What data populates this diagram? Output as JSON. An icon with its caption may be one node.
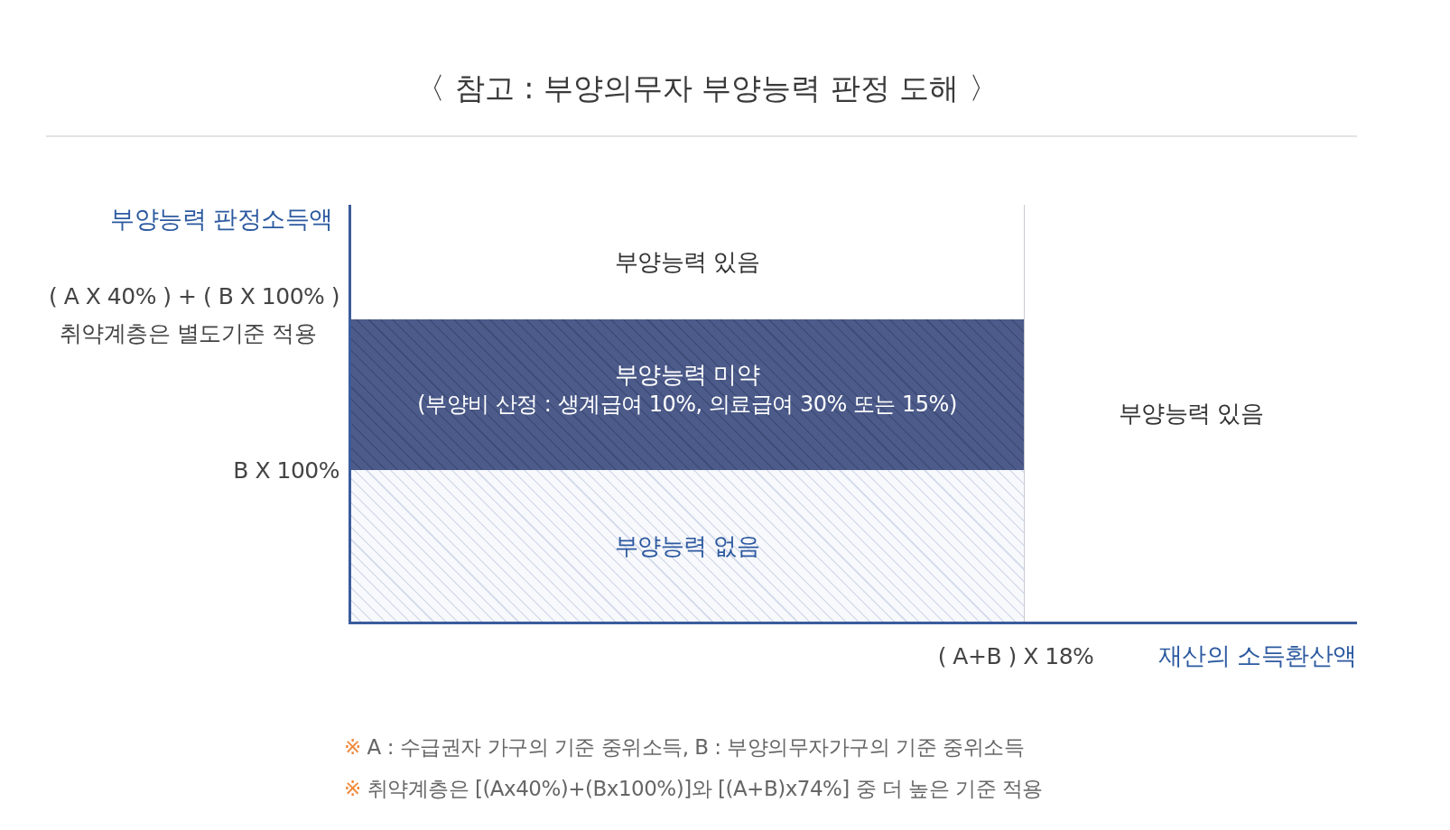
{
  "diagram": {
    "title": "〈 참고 : 부양의무자 부양능력 판정 도해 〉",
    "nodes": [
      {
        "text": [
          "부양능력 있음"
        ]
      },
      {
        "text": [
          "부양능력 미약",
          "(부양비 산정 : 생계급여 10%, 의료급여 30% 또는 15%)"
        ]
      },
      {
        "text": [
          "부양능력 없음"
        ]
      },
      {
        "text": [
          "부양능력 있음"
        ]
      }
    ],
    "labels": [
      "부양능력 판정소득액",
      "( A X 40% ) + ( B X 100% )",
      "취약계층은 별도기준 적용",
      "B X 100%",
      "( A+B ) X 18%",
      "재산의 소득환산액",
      "※ A : 수급권자 가구의 기준 중위소득, B : 부양의무자가구의 기준 중위소득",
      "※ 취약계층은 [(Ax40%)+(Bx100%)]와 [(A+B)x74%] 중 더 높은 기준 적용"
    ]
  }
}
